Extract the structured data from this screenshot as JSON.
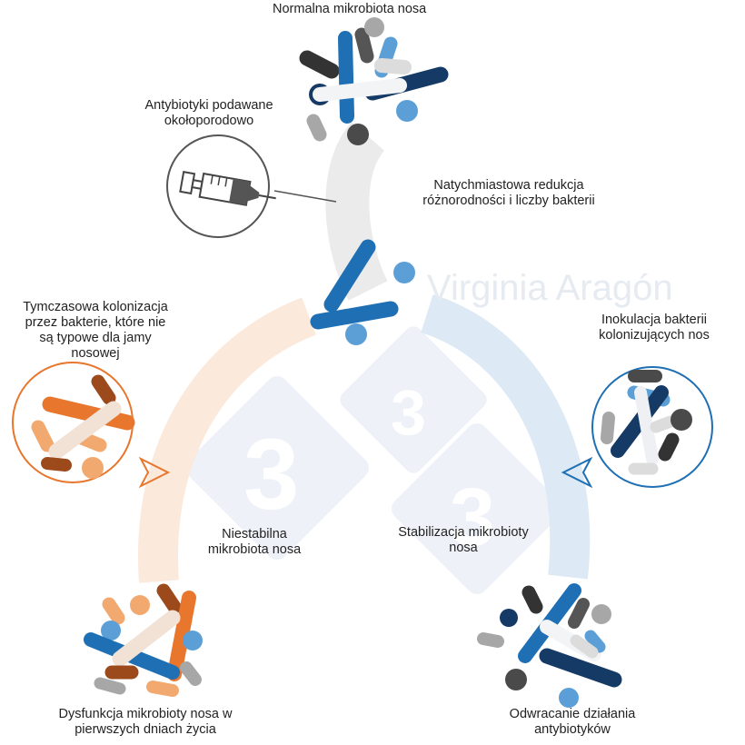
{
  "labels": {
    "normal": "Normalna mikrobiota nosa",
    "antibiotics": [
      "Antybiotyki podawane",
      "okołoporodowo"
    ],
    "reduction": [
      "Natychmiastowa redukcja",
      "różnorodności i liczby bakterii"
    ],
    "temporary": [
      "Tymczasowa kolonizacja",
      "przez bakterie, które nie",
      "są typowe dla jamy",
      "nosowej"
    ],
    "inoculation": [
      "Inokulacja bakterii",
      "kolonizujących nos"
    ],
    "unstable": [
      "Niestabilna",
      "mikrobiota nosa"
    ],
    "stabilization": [
      "Stabilizacja mikrobioty",
      "nosa"
    ],
    "dysfunction": [
      "Dysfunkcja mikrobioty nosa w",
      "pierwszych dniach życia"
    ],
    "reversal": [
      "Odwracanie działania",
      "antybiotyków"
    ]
  },
  "watermark": "Virginia Aragón",
  "colors": {
    "blue": "#1f6fb4",
    "light_blue": "#5b9fd6",
    "navy": "#163a66",
    "dark_gray": "#4a4a4a",
    "gray": "#a7a7a7",
    "light_gray": "#dcdcdc",
    "orange": "#e8762c",
    "light_orange": "#f2a96f",
    "brown": "#9c4a1c",
    "beige": "#f2e1d5",
    "arc_gray": "#ebebeb",
    "arc_orange": "#fbe9dc",
    "arc_blue": "#dde9f4",
    "watermark": "#e6ebf2"
  }
}
